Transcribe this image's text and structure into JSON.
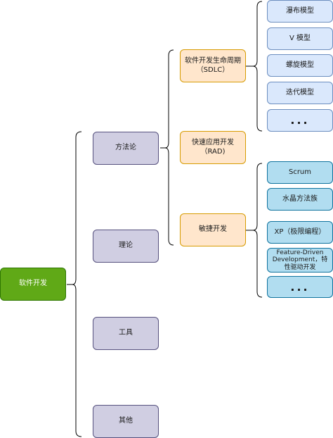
{
  "root": {
    "label": "软件开发"
  },
  "categories": [
    {
      "label": "方法论"
    },
    {
      "label": "理论"
    },
    {
      "label": "工具"
    },
    {
      "label": "其他"
    }
  ],
  "methods": [
    {
      "label": "软件开发生命周期\n（SDLC）"
    },
    {
      "label": "快速应用开发\n（RAD)"
    },
    {
      "label": "敏捷开发"
    }
  ],
  "sdlc_models": [
    {
      "label": "瀑布模型"
    },
    {
      "label": "V 模型"
    },
    {
      "label": "螺旋模型"
    },
    {
      "label": "迭代模型"
    },
    {
      "label": "..."
    }
  ],
  "agile_methods": [
    {
      "label": "Scrum"
    },
    {
      "label": "水晶方法族"
    },
    {
      "label": "XP（极限编程）"
    },
    {
      "label": "Feature-Driven Development，特性驱动开发"
    },
    {
      "label": "..."
    }
  ],
  "colors": {
    "root_fill": "#60a917",
    "category_fill": "#d0cee2",
    "method_fill": "#ffe6cc",
    "sdlc_fill": "#dae8fc",
    "agile_fill": "#b1ddf0",
    "bracket": "#000000"
  }
}
